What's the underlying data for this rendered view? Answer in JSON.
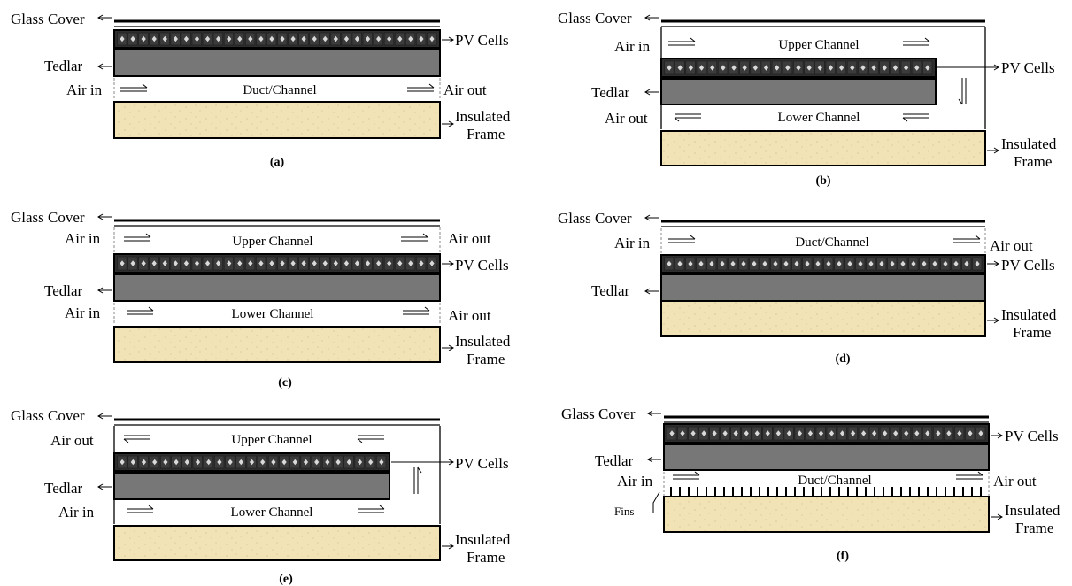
{
  "colors": {
    "outline": "#000000",
    "pv_cell_bg": "#2e2e2e",
    "pv_cell_grid": "#3b3b3b",
    "pv_cell_dot": "#d9d9d9",
    "tedlar": "#777777",
    "insulation": "#f2e3b6",
    "insulation_speck": "#b9a77a",
    "text": "#000000"
  },
  "icons": {
    "label_pointer": "left-arrow-icon",
    "pv_pointer": "right-arrow-icon",
    "flow_right": "double-line-right-arrow-icon",
    "flow_left": "double-line-left-arrow-icon",
    "flow_down": "double-line-down-arrow-icon",
    "flow_up": "double-line-up-arrow-icon"
  },
  "panels": [
    {
      "id": "a",
      "caption": "(a)",
      "labels": {
        "glass": "Glass Cover",
        "pv": "PV Cells",
        "tedlar": "Tedlar",
        "insulation_line1": "Insulated",
        "insulation_line2": "Frame",
        "channel": "Duct/Channel",
        "air_left": "Air in",
        "air_right": "Air out"
      }
    },
    {
      "id": "b",
      "caption": "(b)",
      "labels": {
        "glass": "Glass Cover",
        "pv": "PV Cells",
        "tedlar": "Tedlar",
        "insulation_line1": "Insulated",
        "insulation_line2": "Frame",
        "upper_channel": "Upper Channel",
        "lower_channel": "Lower Channel",
        "air_upper_left": "Air in",
        "air_lower_left": "Air out"
      }
    },
    {
      "id": "c",
      "caption": "(c)",
      "labels": {
        "glass": "Glass Cover",
        "pv": "PV Cells",
        "tedlar": "Tedlar",
        "insulation_line1": "Insulated",
        "insulation_line2": "Frame",
        "upper_channel": "Upper Channel",
        "lower_channel": "Lower Channel",
        "air_upper_left": "Air in",
        "air_upper_right": "Air out",
        "air_lower_left": "Air in",
        "air_lower_right": "Air out"
      }
    },
    {
      "id": "d",
      "caption": "(d)",
      "labels": {
        "glass": "Glass Cover",
        "pv": "PV Cells",
        "tedlar": "Tedlar",
        "insulation_line1": "Insulated",
        "insulation_line2": "Frame",
        "channel": "Duct/Channel",
        "air_left": "Air in",
        "air_right": "Air out"
      }
    },
    {
      "id": "e",
      "caption": "(e)",
      "labels": {
        "glass": "Glass Cover",
        "pv": "PV Cells",
        "tedlar": "Tedlar",
        "insulation_line1": "Insulated",
        "insulation_line2": "Frame",
        "upper_channel": "Upper Channel",
        "lower_channel": "Lower Channel",
        "air_upper_left": "Air out",
        "air_lower_left": "Air in"
      }
    },
    {
      "id": "f",
      "caption": "(f)",
      "labels": {
        "glass": "Glass Cover",
        "pv": "PV Cells",
        "tedlar": "Tedlar",
        "insulation_line1": "Insulated",
        "insulation_line2": "Frame",
        "channel": "Duct/Channel",
        "air_left": "Air in",
        "air_right": "Air out",
        "fins": "Fins"
      }
    }
  ]
}
